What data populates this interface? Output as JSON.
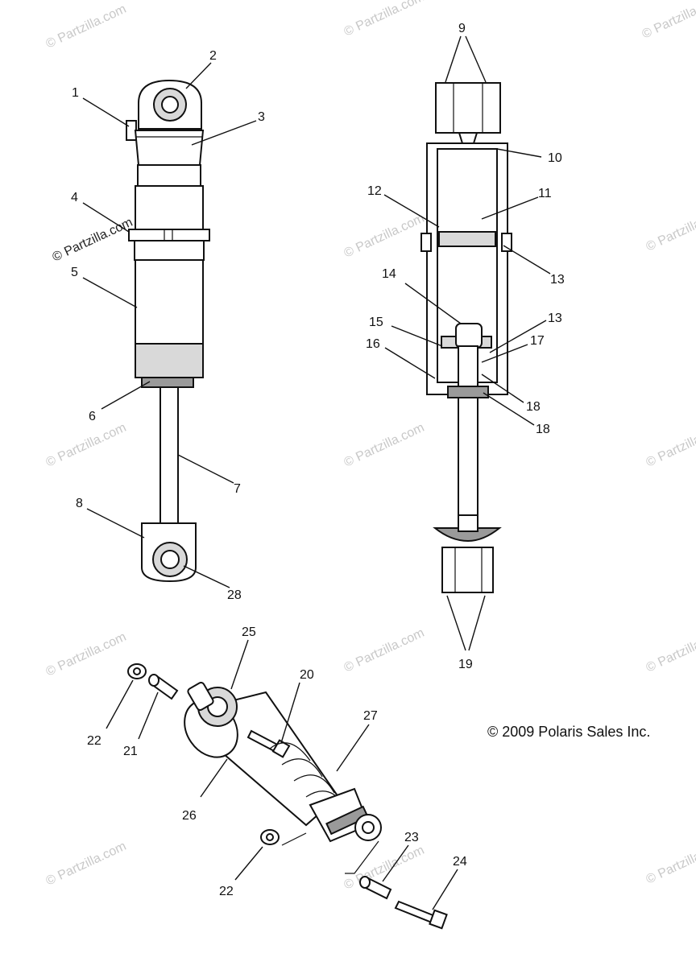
{
  "copyright": "© 2009 Polaris Sales Inc.",
  "watermark": {
    "text": "© Partzilla.com",
    "label_text": "© Partzilla.com"
  },
  "callouts": [
    "1",
    "2",
    "3",
    "4",
    "5",
    "6",
    "7",
    "8",
    "28",
    "9",
    "10",
    "11",
    "12",
    "13",
    "14",
    "15",
    "13",
    "16",
    "17",
    "18",
    "18",
    "19",
    "25",
    "20",
    "27",
    "22",
    "21",
    "26",
    "22",
    "23",
    "24"
  ]
}
